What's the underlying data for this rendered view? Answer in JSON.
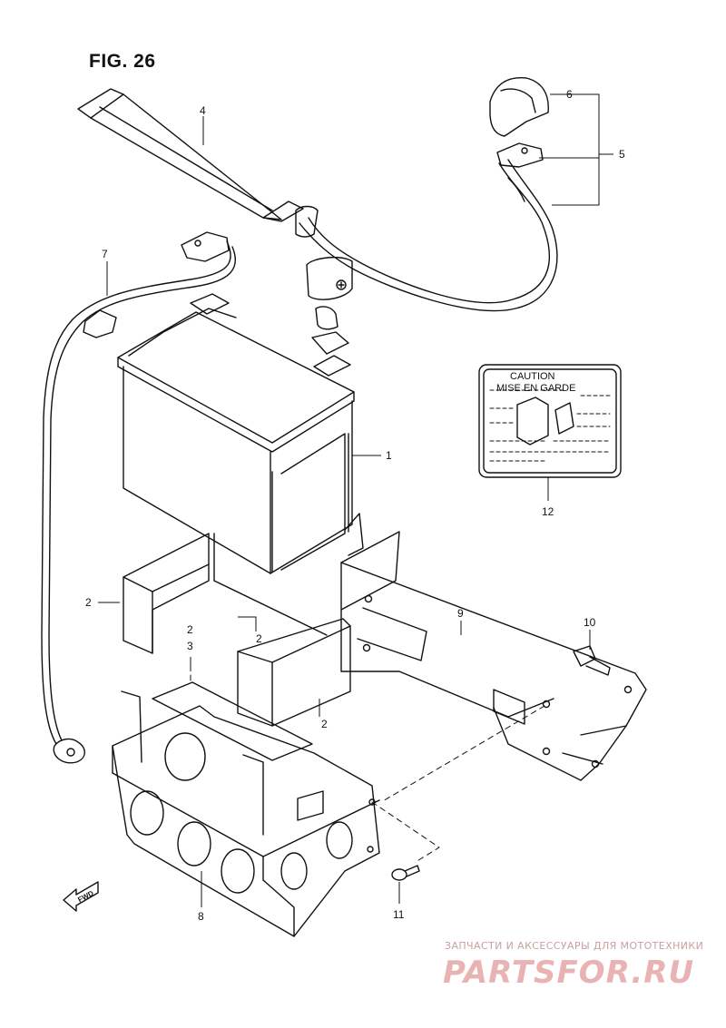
{
  "figure": {
    "title": "FIG. 26"
  },
  "callouts": {
    "c1": "1",
    "c2a": "2",
    "c2b": "2",
    "c2c": "2",
    "c2d": "2",
    "c3": "3",
    "c4": "4",
    "c5": "5",
    "c6": "6",
    "c7": "7",
    "c8": "8",
    "c9": "9",
    "c10": "10",
    "c11": "11",
    "c12": "12"
  },
  "caution_label": {
    "line1": "CAUTION",
    "line2": "MISE EN GARDE"
  },
  "fwd_arrow": {
    "text": "FWD"
  },
  "watermark": {
    "tagline": "ЗАПЧАСТИ И АКСЕССУАРЫ ДЛЯ МОТОТЕХНИКИ",
    "logo": "PARTSFOR.RU"
  }
}
